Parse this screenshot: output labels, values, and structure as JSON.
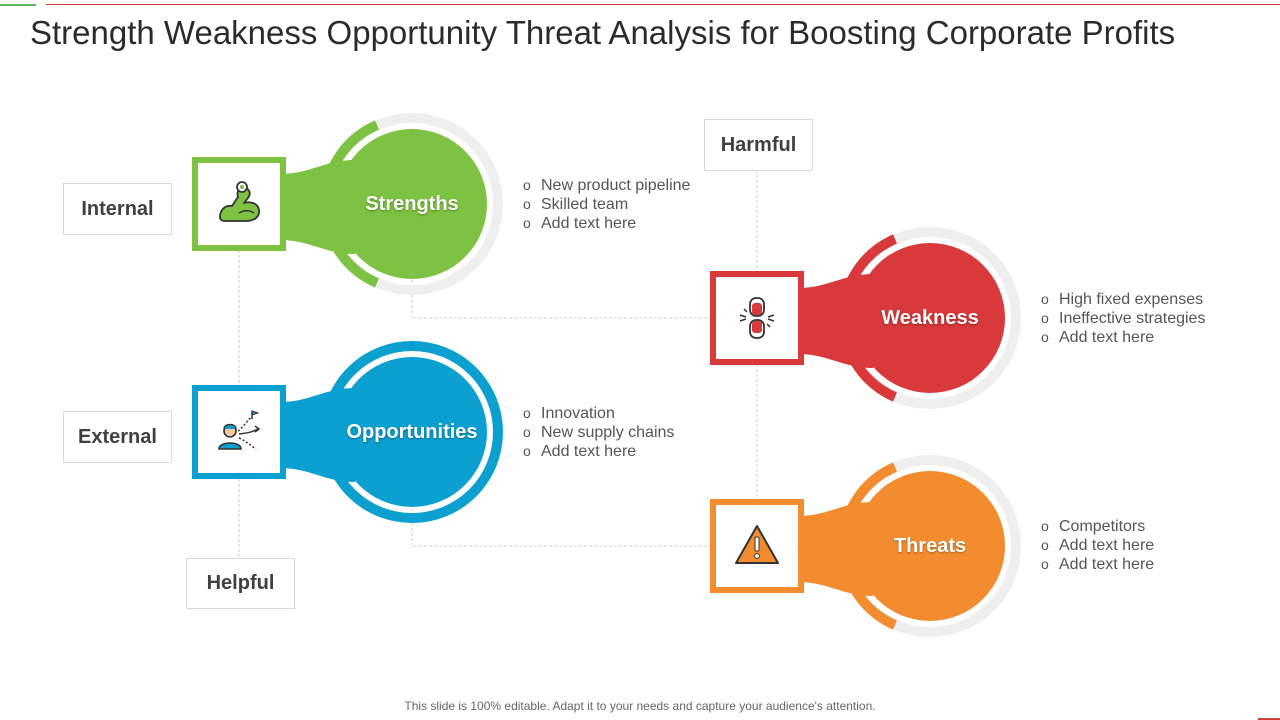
{
  "title": "Strength Weakness Opportunity Threat Analysis for Boosting Corporate Profits",
  "axis_labels": {
    "internal": "Internal",
    "external": "External",
    "helpful": "Helpful",
    "harmful": "Harmful"
  },
  "quadrants": {
    "strengths": {
      "label": "Strengths",
      "color": "#7dc242",
      "icon": "flexed-arm-icon",
      "points": [
        "New product pipeline",
        "Skilled team",
        "Add text here"
      ]
    },
    "weakness": {
      "label": "Weakness",
      "color": "#d9393a",
      "icon": "broken-chain-icon",
      "points": [
        "High fixed expenses",
        "Ineffective  strategies",
        "Add text here"
      ]
    },
    "opportunities": {
      "label": "Opportunities",
      "color": "#0ba0d0",
      "icon": "person-branching-paths-icon",
      "points": [
        "Innovation",
        "New supply  chains",
        "Add text here"
      ]
    },
    "threats": {
      "label": "Threats",
      "color": "#f28c2e",
      "icon": "warning-triangle-icon",
      "points": [
        "Competitors",
        "Add text here",
        "Add text here"
      ]
    }
  },
  "footer": "This slide is 100% editable. Adapt it to your needs and capture your audience's attention."
}
